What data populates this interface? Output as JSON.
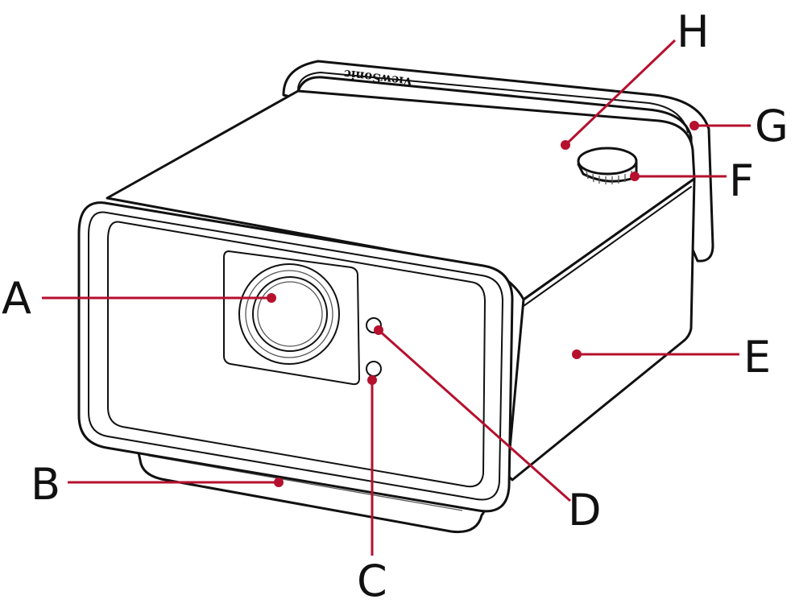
{
  "brand_text": "ViewSonic",
  "colors": {
    "leader": "#b5102e",
    "outline": "#111111",
    "label_text": "#111111"
  },
  "labels": [
    {
      "id": "A",
      "text": "A"
    },
    {
      "id": "B",
      "text": "B"
    },
    {
      "id": "C",
      "text": "C"
    },
    {
      "id": "D",
      "text": "D"
    },
    {
      "id": "E",
      "text": "E"
    },
    {
      "id": "F",
      "text": "F"
    },
    {
      "id": "G",
      "text": "G"
    },
    {
      "id": "H",
      "text": "H"
    }
  ]
}
